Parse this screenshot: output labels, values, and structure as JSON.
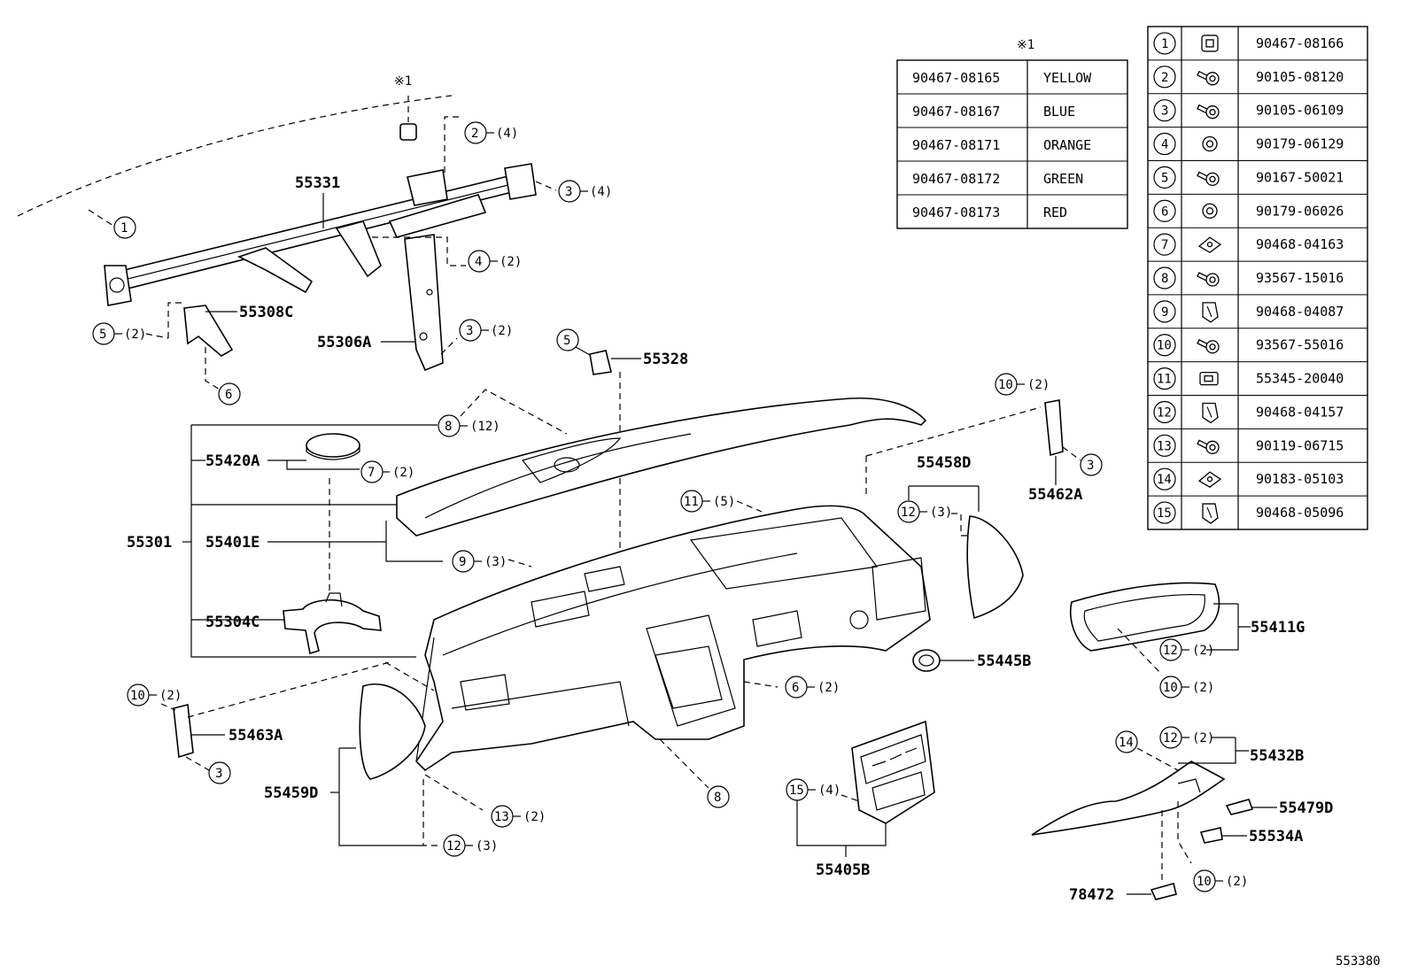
{
  "diagram": {
    "note_mark": "※1",
    "footer_code": "553380",
    "part_labels": {
      "p55331": "55331",
      "p55308C": "55308C",
      "p55306A": "55306A",
      "p55328": "55328",
      "p55420A": "55420A",
      "p55301": "55301",
      "p55401E": "55401E",
      "p55304C": "55304C",
      "p55463A": "55463A",
      "p55459D": "55459D",
      "p55458D": "55458D",
      "p55462A": "55462A",
      "p55445B": "55445B",
      "p55411G": "55411G",
      "p55432B": "55432B",
      "p55479D": "55479D",
      "p55534A": "55534A",
      "p78472": "78472",
      "p55405B": "55405B"
    },
    "qty": {
      "q4": "(4)",
      "q2": "(2)",
      "q12": "(12)",
      "q3": "(3)",
      "q5": "(5)"
    },
    "color_table": [
      {
        "part": "90467-08165",
        "color": "YELLOW"
      },
      {
        "part": "90467-08167",
        "color": "BLUE"
      },
      {
        "part": "90467-08171",
        "color": "ORANGE"
      },
      {
        "part": "90467-08172",
        "color": "GREEN"
      },
      {
        "part": "90467-08173",
        "color": "RED"
      }
    ],
    "fastener_table": [
      {
        "num": "1",
        "icon": "clip-square-icon",
        "part": "90467-08166"
      },
      {
        "num": "2",
        "icon": "bolt-icon",
        "part": "90105-08120"
      },
      {
        "num": "3",
        "icon": "bolt-icon",
        "part": "90105-06109"
      },
      {
        "num": "4",
        "icon": "nut-icon",
        "part": "90179-06129"
      },
      {
        "num": "5",
        "icon": "bolt-icon",
        "part": "90167-50021"
      },
      {
        "num": "6",
        "icon": "nut-icon",
        "part": "90179-06026"
      },
      {
        "num": "7",
        "icon": "clip-flat-icon",
        "part": "90468-04163"
      },
      {
        "num": "8",
        "icon": "bolt-icon",
        "part": "93567-15016"
      },
      {
        "num": "9",
        "icon": "clip-fold-icon",
        "part": "90468-04087"
      },
      {
        "num": "10",
        "icon": "bolt-icon",
        "part": "93567-55016"
      },
      {
        "num": "11",
        "icon": "clip-box-icon",
        "part": "55345-20040"
      },
      {
        "num": "12",
        "icon": "clip-fold-icon",
        "part": "90468-04157"
      },
      {
        "num": "13",
        "icon": "bolt-icon",
        "part": "90119-06715"
      },
      {
        "num": "14",
        "icon": "clip-flat-icon",
        "part": "90183-05103"
      },
      {
        "num": "15",
        "icon": "clip-fold-icon",
        "part": "90468-05096"
      }
    ]
  }
}
